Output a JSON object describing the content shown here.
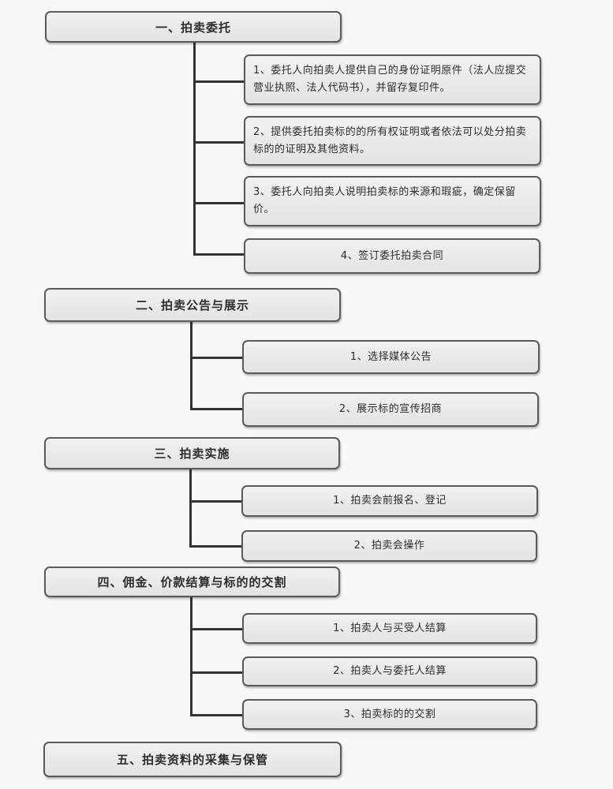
{
  "stages": [
    {
      "title": "一、拍卖委托",
      "steps": [
        "1、委托人向拍卖人提供自己的身份证明原件（法人应提交营业执照、法人代码书），并留存复印件。",
        "2、提供委托拍卖标的的所有权证明或者依法可以处分拍卖标的的证明及其他资料。",
        "3、委托人向拍卖人说明拍卖标的来源和瑕疵，确定保留价。",
        "4、签订委托拍卖合同"
      ]
    },
    {
      "title": "二、拍卖公告与展示",
      "steps": [
        "1、选择媒体公告",
        "2、展示标的宣传招商"
      ]
    },
    {
      "title": "三、拍卖实施",
      "steps": [
        "1、拍卖会前报名、登记",
        "2、拍卖会操作"
      ]
    },
    {
      "title": "四、佣金、价款结算与标的的交割",
      "steps": [
        "1、拍卖人与买受人结算",
        "2、拍卖人与委托人结算",
        "3、拍卖标的的交割"
      ]
    },
    {
      "title": "五、拍卖资料的采集与保管",
      "steps": []
    }
  ]
}
